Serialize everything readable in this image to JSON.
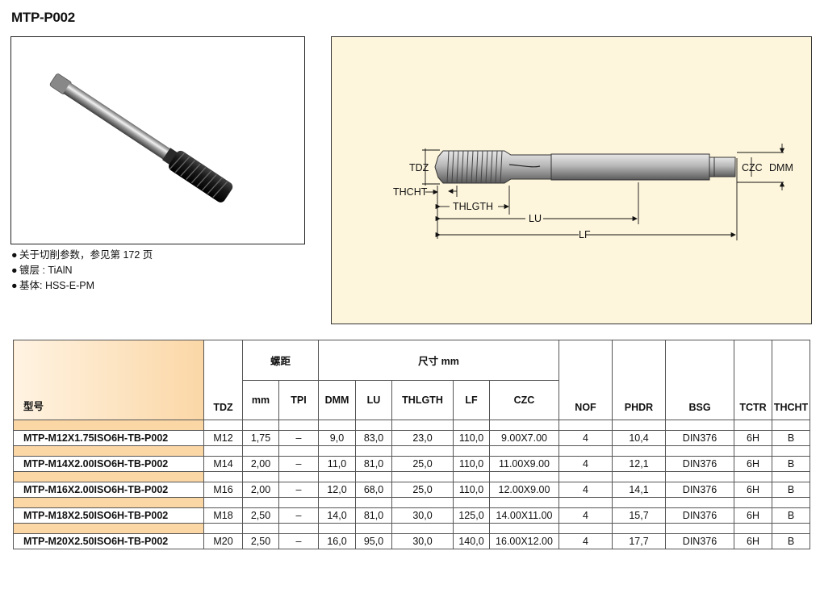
{
  "page_title": "MTP-P002",
  "notes": [
    "关于切削参数，参见第 172 页",
    "镀层 : TiAlN",
    "基体: HSS-E-PM"
  ],
  "drawing_labels": {
    "tdz": "TDZ",
    "thcht": "THCHT",
    "thlgth": "THLGTH",
    "lu": "LU",
    "lf": "LF",
    "czc": "CZC",
    "dmm": "DMM"
  },
  "table": {
    "group_pitch": "螺距",
    "group_dims": "尺寸 mm",
    "headers": {
      "model": "型号",
      "tdz": "TDZ",
      "mm": "mm",
      "tpi": "TPI",
      "dmm": "DMM",
      "lu": "LU",
      "thlgth": "THLGTH",
      "lf": "LF",
      "czc": "CZC",
      "nof": "NOF",
      "phdr": "PHDR",
      "bsg": "BSG",
      "tctr": "TCTR",
      "thcht": "THCHT"
    },
    "rows": [
      {
        "model": "MTP-M12X1.75ISO6H-TB-P002",
        "tdz": "M12",
        "mm": "1,75",
        "tpi": "–",
        "dmm": "9,0",
        "lu": "83,0",
        "thlgth": "23,0",
        "lf": "110,0",
        "czc": "9.00X7.00",
        "nof": "4",
        "phdr": "10,4",
        "bsg": "DIN376",
        "tctr": "6H",
        "thcht": "B"
      },
      {
        "model": "MTP-M14X2.00ISO6H-TB-P002",
        "tdz": "M14",
        "mm": "2,00",
        "tpi": "–",
        "dmm": "11,0",
        "lu": "81,0",
        "thlgth": "25,0",
        "lf": "110,0",
        "czc": "11.00X9.00",
        "nof": "4",
        "phdr": "12,1",
        "bsg": "DIN376",
        "tctr": "6H",
        "thcht": "B"
      },
      {
        "model": "MTP-M16X2.00ISO6H-TB-P002",
        "tdz": "M16",
        "mm": "2,00",
        "tpi": "–",
        "dmm": "12,0",
        "lu": "68,0",
        "thlgth": "25,0",
        "lf": "110,0",
        "czc": "12.00X9.00",
        "nof": "4",
        "phdr": "14,1",
        "bsg": "DIN376",
        "tctr": "6H",
        "thcht": "B"
      },
      {
        "model": "MTP-M18X2.50ISO6H-TB-P002",
        "tdz": "M18",
        "mm": "2,50",
        "tpi": "–",
        "dmm": "14,0",
        "lu": "81,0",
        "thlgth": "30,0",
        "lf": "125,0",
        "czc": "14.00X11.00",
        "nof": "4",
        "phdr": "15,7",
        "bsg": "DIN376",
        "tctr": "6H",
        "thcht": "B"
      },
      {
        "model": "MTP-M20X2.50ISO6H-TB-P002",
        "tdz": "M20",
        "mm": "2,50",
        "tpi": "–",
        "dmm": "16,0",
        "lu": "95,0",
        "thlgth": "30,0",
        "lf": "140,0",
        "czc": "16.00X12.00",
        "nof": "4",
        "phdr": "17,7",
        "bsg": "DIN376",
        "tctr": "6H",
        "thcht": "B"
      }
    ]
  }
}
